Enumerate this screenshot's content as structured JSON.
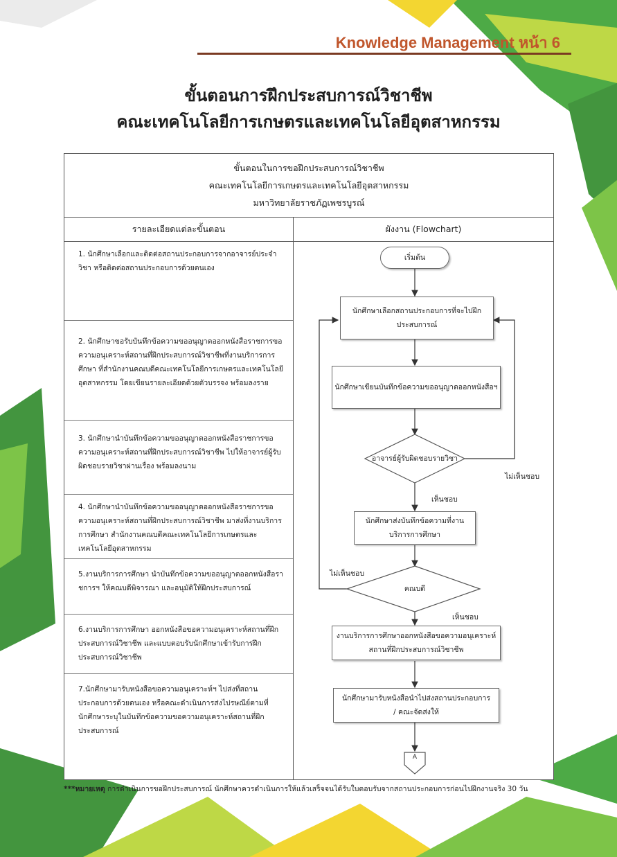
{
  "header": {
    "title": "Knowledge Management หน้า 6"
  },
  "main_title": {
    "line1": "ขั้นตอนการฝึกประสบการณ์วิชาชีพ",
    "line2": "คณะเทคโนโลยีการเกษตรและเทคโนโลยีอุตสาหกรรม"
  },
  "table": {
    "heading": [
      "ขั้นตอนในการขอฝึกประสบการณ์วิชาชีพ",
      "คณะเทคโนโลยีการเกษตรและเทคโนโลยีอุตสาหกรรม",
      "มหาวิทยาลัยราชภัฏเพชรบูรณ์"
    ],
    "col_left": "รายละเอียดแต่ละขั้นตอน",
    "col_right": "ผังงาน (Flowchart)",
    "steps": [
      "1. นักศึกษาเลือกและติดต่อสถานประกอบการจากอาจารย์ประจำวิชา หรือติดต่อสถานประกอบการด้วยตนเอง",
      "2. นักศึกษาขอรับบันทึกข้อความขออนุญาตออกหนังสือราชการขอความอนุเคราะห์สถานที่ฝึกประสบการณ์วิชาชีพที่งานบริการการศึกษา ที่สำนักงานคณบดีคณะเทคโนโลยีการเกษตรและเทคโนโลยีอุตสาหกรรม โดยเขียนรายละเอียดด้วยตัวบรรจง พร้อมลงราย",
      "3. นักศึกษานำบันทึกข้อความขออนุญาตออกหนังสือราชการขอความอนุเคราะห์สถานที่ฝึกประสบการณ์วิชาชีพ ไปให้อาจารย์ผู้รับผิดชอบรายวิชาผ่านเรื่อง พร้อมลงนาม",
      "4. นักศึกษานำบันทึกข้อความขออนุญาตออกหนังสือราชการขอความอนุเคราะห์สถานที่ฝึกประสบการณ์วิชาชีพ มาส่งที่งานบริการการศึกษา สำนักงานคณบดีคณะเทคโนโลยีการเกษตรและเทคโนโลยีอุตสาหกรรม",
      "5.งานบริการการศึกษา นำบันทึกข้อความขออนุญาตออกหนังสือราชการฯ ให้คณบดีพิจารณา และอนุมัติให้ฝึกประสบการณ์",
      "6.งานบริการการศึกษา ออกหนังสือขอความอนุเคราะห์สถานที่ฝึกประสบการณ์วิชาชีพ และแบบตอบรับนักศึกษาเข้ารับการฝึกประสบการณ์วิชาชีพ",
      "7.นักศึกษามารับหนังสือขอความอนุเคราะห์ฯ ไปส่งที่สถานประกอบการด้วยตนเอง หรือคณะดำเนินการส่งไปรษณีย์ตามที่นักศึกษาระบุในบันทึกข้อความขอความอนุเคราะห์สถานที่ฝึกประสบการณ์"
    ]
  },
  "flowchart": {
    "start": "เริ่มต้น",
    "box1": "นักศึกษาเลือกสถานประกอบการที่จะไปฝึกประสบการณ์",
    "box2": "นักศึกษาเขียนบันทึกข้อความขออนุญาตออกหนังสือฯ",
    "decision1": "อาจารย์ผู้รับผิดชอบรายวิชา",
    "not_approved_1": "ไม่เห็นชอบ",
    "approved_1": "เห็นชอบ",
    "box3": "นักศึกษาส่งบันทึกข้อความที่งานบริการการศึกษา",
    "decision2": "คณบดี",
    "not_approved_2": "ไม่เห็นชอบ",
    "approved_2": "เห็นชอบ",
    "box4": "งานบริการการศึกษาออกหนังสือขอความอนุเคราะห์สถานที่ฝึกประสบการณ์วิชาชีพ",
    "box5": "นักศึกษามารับหนังสือนำไปส่งสถานประกอบการ / คณะจัดส่งให้",
    "connector": "A"
  },
  "footnote": {
    "prefix": "***หมายเหตุ",
    "text": " การดำเนินการขอฝึกประสบการณ์ นักศึกษาควรดำเนินการให้แล้วเสร็จจนได้รับใบตอบรับจากสถานประกอบการก่อนไปฝึกงานจริง 30 วัน"
  },
  "colors": {
    "accent": "#c0562c",
    "green": "#3aa132",
    "lime": "#b8d432",
    "yellow": "#f2d21b"
  }
}
